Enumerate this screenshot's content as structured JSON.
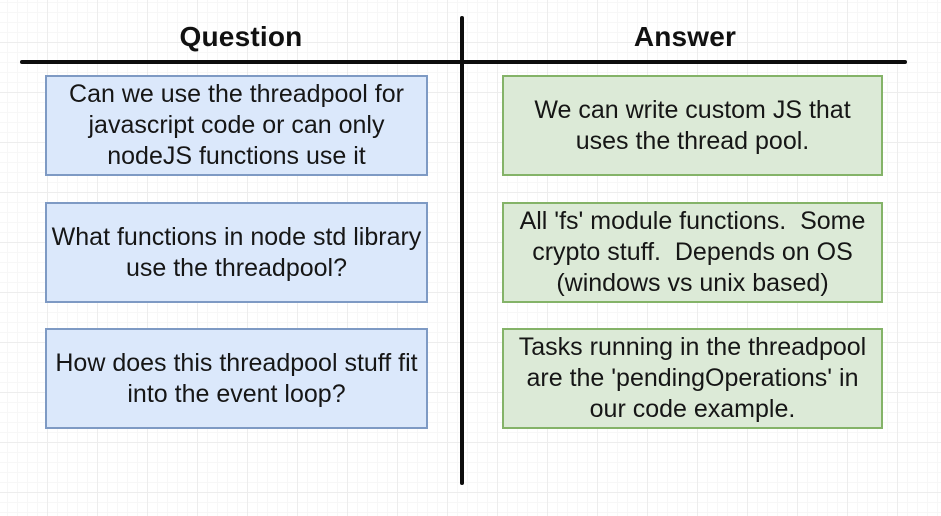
{
  "table": {
    "question_header": "Question",
    "answer_header": "Answer",
    "rows": [
      {
        "question": "Can we use the threadpool for\njavascript code or can only\nnodeJS functions use it",
        "answer": "We can write custom JS that\nuses the thread pool."
      },
      {
        "question": "What functions in node std library\nuse the threadpool?",
        "answer": "All 'fs' module functions.  Some\ncrypto stuff.  Depends on OS\n(windows vs unix based)"
      },
      {
        "question": "How does this threadpool stuff fit\ninto the event loop?",
        "answer": "Tasks running in the threadpool\nare the 'pendingOperations' in\nour code example."
      }
    ]
  },
  "colors": {
    "question_fill": "#dbe8fb",
    "question_border": "#7e9ac4",
    "answer_fill": "#dcead7",
    "answer_border": "#84b368",
    "divider": "#0d0d0d",
    "grid_major": "#ededed",
    "grid_minor": "#f7f7f7"
  }
}
